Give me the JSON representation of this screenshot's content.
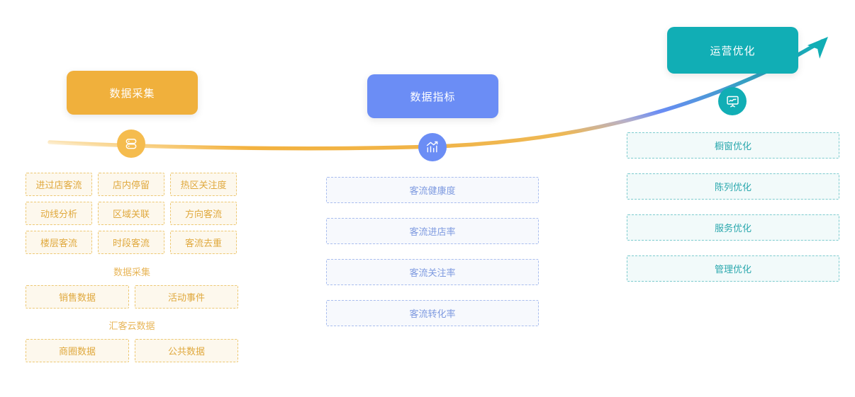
{
  "diagram": {
    "title_hidden": "",
    "curve": {
      "stops": [
        "#F8CE7B",
        "#F3B23F",
        "#B7B0C8",
        "#6B8DF5",
        "#359DC0",
        "#11AEB5"
      ],
      "arrow_color": "#11AEB5"
    }
  },
  "stages": [
    {
      "id": "collect",
      "headline": "数据采集",
      "headline_color": "#F0B03C",
      "node_color": "#F5BC4E",
      "node_icon": "database-icon",
      "accent": "#E0A93E",
      "groups": [
        {
          "type": "tags",
          "title": "",
          "items": [
            "进过店客流",
            "店内停留",
            "热区关注度",
            "动线分析",
            "区域关联",
            "方向客流",
            "楼层客流",
            "时段客流",
            "客流去重"
          ]
        },
        {
          "type": "wide",
          "title": "数据采集",
          "items": [
            "销售数据",
            "活动事件"
          ]
        },
        {
          "type": "wide",
          "title": "汇客云数据",
          "items": [
            "商圈数据",
            "公共数据"
          ]
        }
      ]
    },
    {
      "id": "metric",
      "headline": "数据指标",
      "headline_color": "#6B8DF5",
      "node_color": "#6B8DF5",
      "node_icon": "bar-chart-trend-icon",
      "accent": "#7E9AE0",
      "bars": [
        "客流健康度",
        "客流进店率",
        "客流关注率",
        "客流转化率"
      ]
    },
    {
      "id": "optimize",
      "headline": "运营优化",
      "headline_color": "#11AEB5",
      "node_color": "#11AEB5",
      "node_icon": "presentation-chart-icon",
      "accent": "#2BA8AE",
      "bars": [
        "橱窗优化",
        "陈列优化",
        "服务优化",
        "管理优化"
      ]
    }
  ]
}
